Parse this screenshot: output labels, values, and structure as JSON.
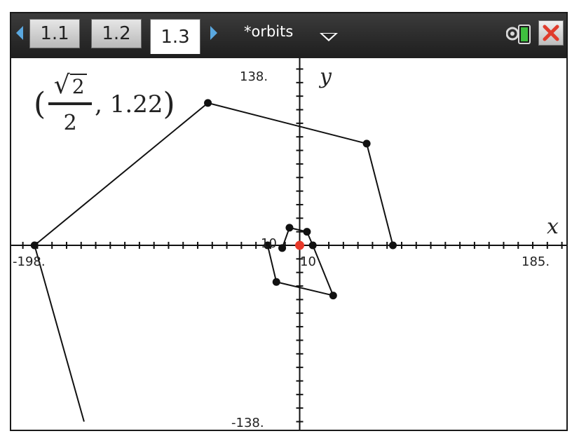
{
  "tabs": [
    {
      "label": "1.1",
      "active": false
    },
    {
      "label": "1.2",
      "active": false
    },
    {
      "label": "1.3",
      "active": true
    }
  ],
  "document": {
    "title": "*orbits"
  },
  "colors": {
    "accent": "#5aa8e0",
    "close": "#e03c2c",
    "battery": "#3fbf3f",
    "point_highlight": "#e8392a"
  },
  "icons": [
    "arrow-left-icon",
    "arrow-right-icon",
    "dropdown-icon",
    "battery-icon",
    "close-icon"
  ],
  "graph": {
    "x_axis_label": "x",
    "y_axis_label": "y",
    "x_min_label": "-198.",
    "x_max_label": "185.",
    "y_max_label": "138.",
    "y_min_label": "-138.",
    "x_tick_label": "10",
    "y_tick_label": "10",
    "coord_label": {
      "sqrt_arg": "2",
      "denominator": "2",
      "second": ", 1.22"
    }
  },
  "chart_data": {
    "type": "line",
    "xlim": [
      -198,
      185
    ],
    "ylim": [
      -138,
      138
    ],
    "grid": false,
    "series": [
      {
        "values": [
          [
            -12,
            -2
          ],
          [
            -7,
            13
          ],
          [
            5,
            10
          ],
          [
            9,
            0
          ],
          [
            23,
            -37
          ],
          [
            -16,
            -27
          ],
          [
            -22,
            0
          ],
          [
            64,
            0
          ],
          [
            46,
            75
          ],
          [
            -63,
            105
          ],
          [
            -182,
            0
          ],
          [
            -148,
            -130
          ]
        ]
      }
    ],
    "highlight_point": [
      0,
      0
    ]
  }
}
